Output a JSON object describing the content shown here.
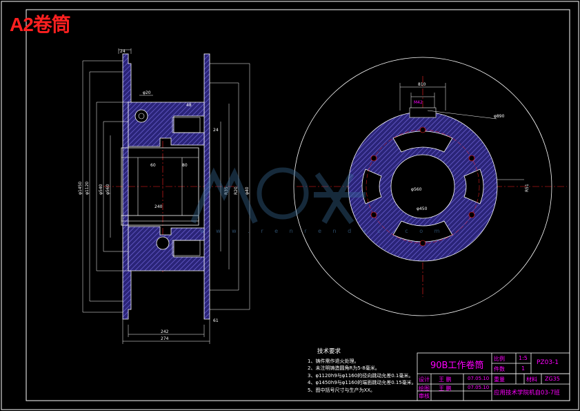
{
  "sheet": {
    "size_label": "A2卷筒"
  },
  "tech_notes": {
    "title": "技术要求",
    "items": [
      "1、铸件需作退火处理。",
      "2、未注明铸造圆角R为5-8毫米。",
      "3、φ1120h9与φ1160的径向跳动允差0.1毫米。",
      "4、φ1450h9与φ1160的端面跳动允差0.15毫米。",
      "5、图中括号尺寸与生产为XX。"
    ]
  },
  "title_block": {
    "part_name": "90B工作卷筒",
    "scale_label": "比例",
    "scale_value": "1:5",
    "quantity_label": "件数",
    "quantity_value": "1",
    "weight_label": "重量",
    "drawing_no": "PZ03-1",
    "material_label": "材料",
    "material_value": "ZG35",
    "designer_role": "设计",
    "designer_name": "王 鹏",
    "designer_date": "07.05.10",
    "drafter_role": "绘图",
    "drafter_name": "王 鹏",
    "drafter_date": "07.05.10",
    "reviewer_role": "审核",
    "school": "应用技术学院机自03-7班"
  },
  "dimensions": {
    "bottom_inner": "242",
    "bottom_overall": "274",
    "bore_length": "240",
    "bore_dia": "80",
    "step_dia": "60",
    "flange_thickness": "24",
    "rim_thickness": "48",
    "hole_dia": "φ40",
    "flange_outer": "φ1450",
    "drum_dia": "φ1120",
    "hub_dia": "φ540",
    "bore": "φ560",
    "side_a": "R35",
    "side_b": "R20",
    "top_left": "24",
    "top_width": "φ20",
    "right_small": "61",
    "side_view_top": "810",
    "side_view_key": "M42",
    "side_view_pcd": "φ890",
    "side_view_hub": "φ560",
    "side_view_bore": "φ450",
    "side_view_r": "R51"
  },
  "watermark": {
    "text": "人人文库",
    "url": "w w w . r e n r e n d o c . c o m"
  },
  "colors": {
    "background": "#000000",
    "outline": "#ffffff",
    "hatch": "#4b3fa8",
    "dimension": "#ff00ff",
    "centerline": "#ff2020",
    "accent_text": "#ff00ff",
    "watermark": "#3b6e9c"
  }
}
